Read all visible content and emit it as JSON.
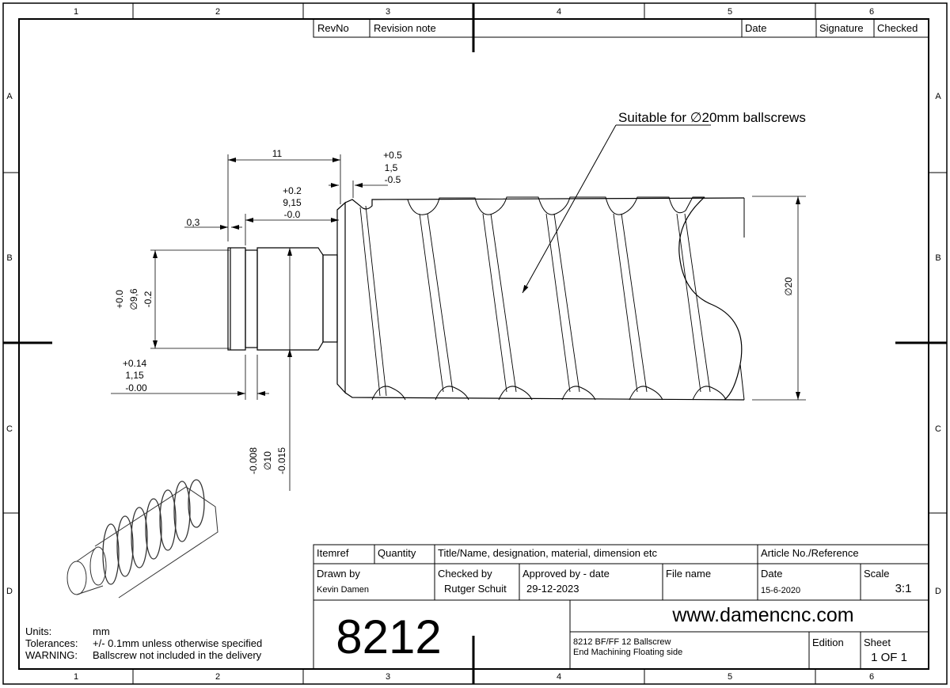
{
  "border": {
    "columns": [
      "1",
      "2",
      "3",
      "4",
      "5",
      "6"
    ],
    "rows": [
      "A",
      "B",
      "C",
      "D"
    ]
  },
  "revision_table": {
    "headers": [
      "RevNo",
      "Revision note",
      "",
      "Date",
      "Signature",
      "Checked"
    ]
  },
  "annotation": "Suitable for ∅20mm ballscrews",
  "dimensions": {
    "d11": "11",
    "d915": [
      "+0.2",
      "9,15",
      "-0.0"
    ],
    "d15": [
      "+0.5",
      "1,5",
      "-0.5"
    ],
    "d03": "0,3",
    "d96": [
      "+0.0",
      "∅9,6",
      "-0.2"
    ],
    "d115": [
      "+0.14",
      "1,15",
      "-0.00"
    ],
    "d10": [
      "-0.008",
      "∅10",
      "-0.015"
    ],
    "d20": "∅20"
  },
  "notes": {
    "units_label": "Units:",
    "units_value": "mm",
    "tol_label": "Tolerances:",
    "tol_value": "+/- 0.1mm unless otherwise specified",
    "warn_label": "WARNING:",
    "warn_value": "Ballscrew not included in the delivery"
  },
  "title_block": {
    "itemref": "Itemref",
    "quantity": "Quantity",
    "title_header": "Title/Name, designation, material, dimension etc",
    "article": "Article No./Reference",
    "drawn_by_label": "Drawn by",
    "drawn_by": "Kevin Damen",
    "checked_by_label": "Checked by",
    "checked_by": "Rutger Schuit",
    "approved_label": "Approved by - date",
    "approved": "29-12-2023",
    "file_name_label": "File name",
    "date_label": "Date",
    "date": "15-6-2020",
    "scale_label": "Scale",
    "scale": "3:1",
    "number": "8212",
    "website": "www.damencnc.com",
    "desc1": "8212 BF/FF 12 Ballscrew",
    "desc2": "End Machining Floating side",
    "edition_label": "Edition",
    "sheet_label": "Sheet",
    "sheet": "1 OF 1"
  }
}
